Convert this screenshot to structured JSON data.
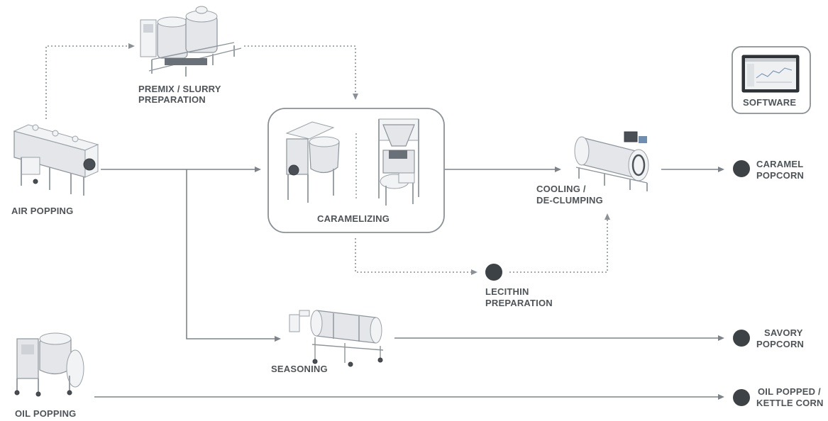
{
  "labels": {
    "premix_line1": "PREMIX / SLURRY",
    "premix_line2": "PREPARATION",
    "air_popping": "AIR POPPING",
    "caramelizing": "CARAMELIZING",
    "cooling_line1": "COOLING /",
    "cooling_line2": "DE-CLUMPING",
    "lecithin_line1": "LECITHIN",
    "lecithin_line2": "PREPARATION",
    "seasoning": "SEASONING",
    "oil_popping": "OIL POPPING",
    "software": "SOFTWARE",
    "caramel_line1": "CARAMEL",
    "caramel_line2": "POPCORN",
    "savory_line1": "SAVORY",
    "savory_line2": "POPCORN",
    "kettle_line1": "OIL POPPED /",
    "kettle_line2": "KETTLE CORN"
  },
  "icons": {
    "premix": "premix-tanks-icon",
    "air_popper": "air-popper-machine-icon",
    "caramelizer_kettle": "caramelizer-kettle-icon",
    "caramelizer_hopper": "caramelizer-hopper-icon",
    "cooler": "cooling-drum-icon",
    "seasoning": "seasoning-tumbler-icon",
    "oil_popper": "oil-popper-kettle-icon",
    "software": "software-screen-icon"
  },
  "colors": {
    "text": "#4f5459",
    "line": "#7d8389",
    "node": "#3d4247",
    "frame": "#8a9096"
  }
}
